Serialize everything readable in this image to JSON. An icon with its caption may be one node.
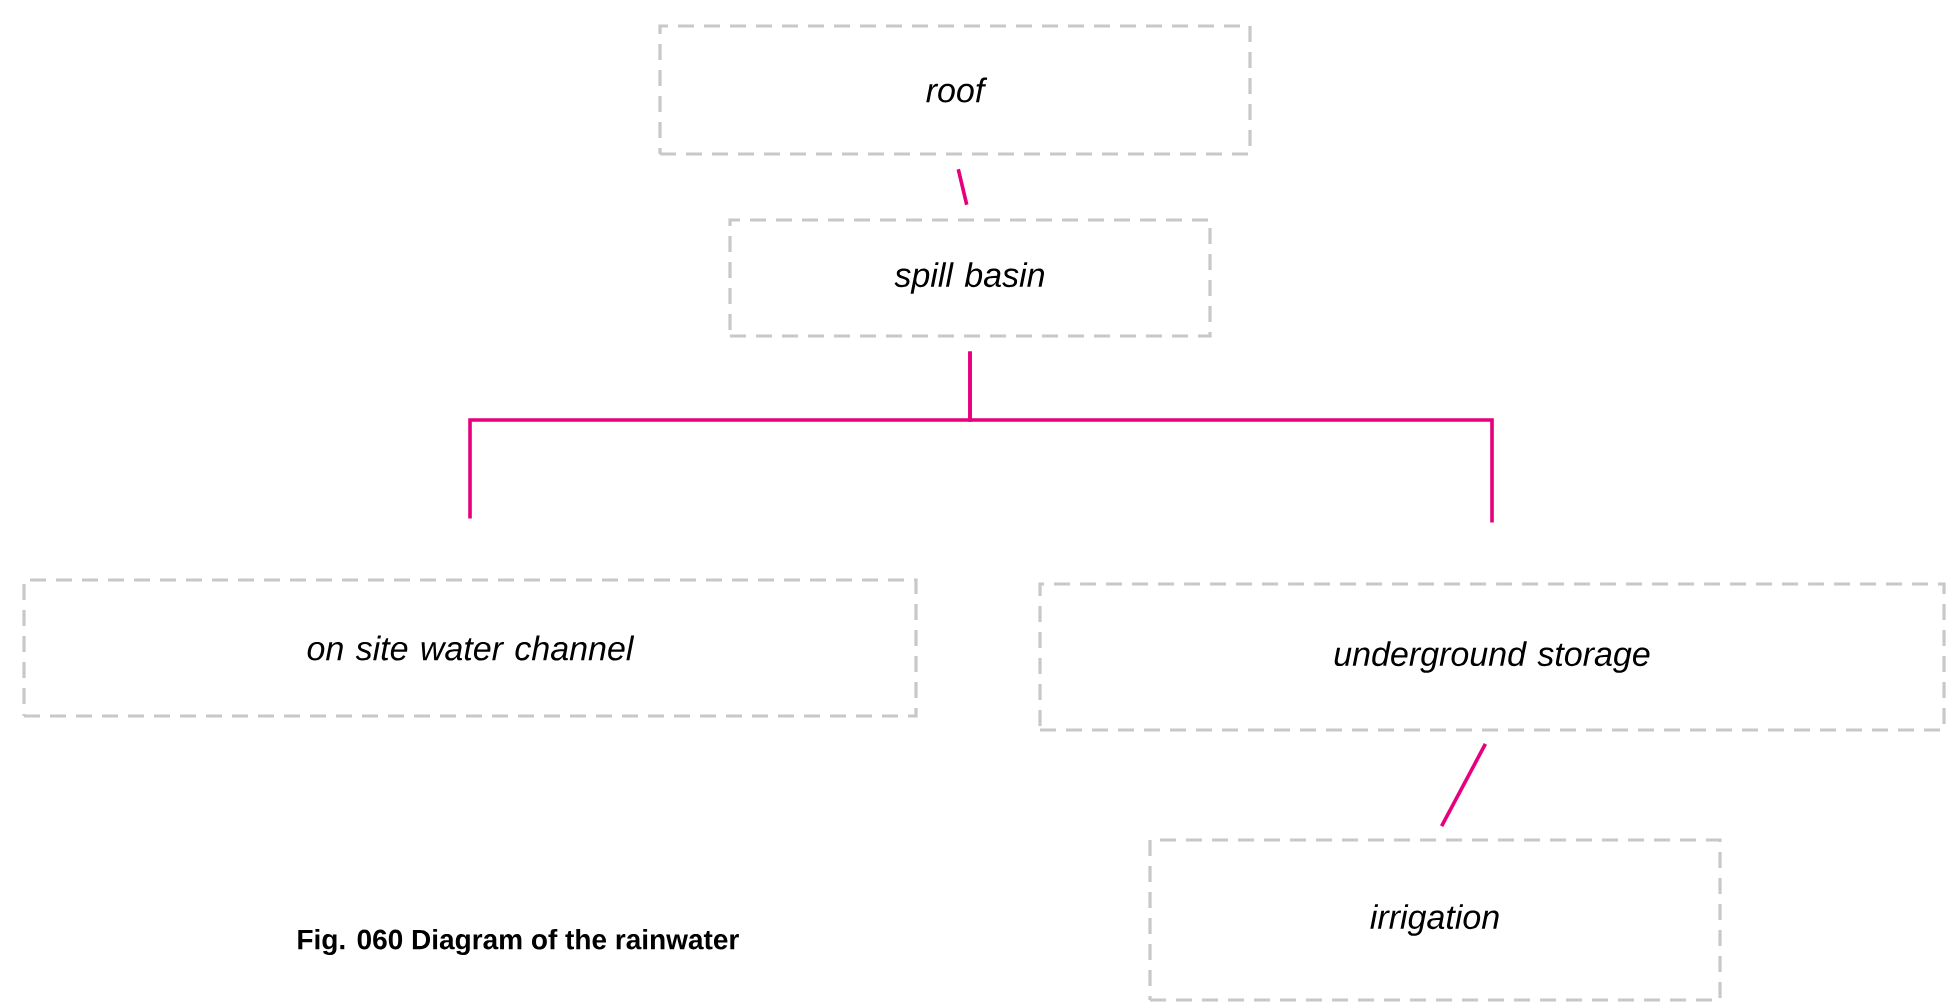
{
  "diagram": {
    "caption": "Fig. 060 Diagram of the rainwater",
    "nodes": [
      {
        "text": [
          "roof"
        ]
      },
      {
        "text": [
          "spill basin"
        ]
      },
      {
        "text": [
          "on site water channel"
        ]
      },
      {
        "text": [
          "underground storage"
        ]
      },
      {
        "text": [
          "irrigation"
        ]
      }
    ],
    "edges": [
      {
        "from": 0,
        "to": 1,
        "arrow": "none"
      },
      {
        "from": 1,
        "to": 2,
        "arrow": "none"
      },
      {
        "from": 1,
        "to": 3,
        "arrow": "none"
      },
      {
        "from": 3,
        "to": 4,
        "arrow": "none"
      }
    ]
  }
}
